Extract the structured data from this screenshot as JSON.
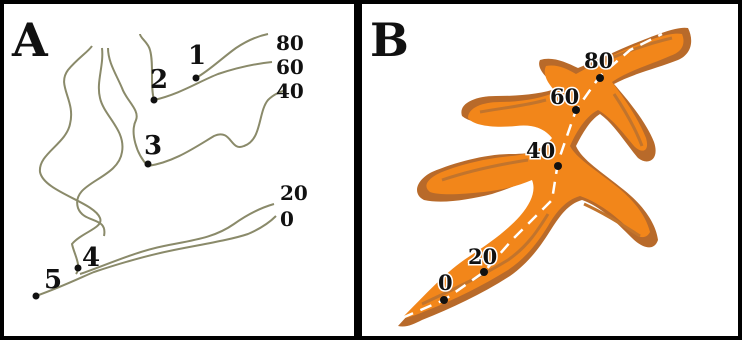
{
  "panel_a": {
    "letter": "A",
    "points": [
      {
        "label": "1"
      },
      {
        "label": "2"
      },
      {
        "label": "3"
      },
      {
        "label": "4"
      },
      {
        "label": "5"
      }
    ],
    "contour_labels": [
      "80",
      "60",
      "40",
      "20",
      "0"
    ]
  },
  "panel_b": {
    "letter": "B",
    "path_labels": [
      "80",
      "60",
      "40",
      "20",
      "0"
    ]
  },
  "colors": {
    "contour_line": "#8a8a6a",
    "terrain_top": "#f2861a",
    "terrain_side": "#b86a2a",
    "border": "#000000"
  }
}
